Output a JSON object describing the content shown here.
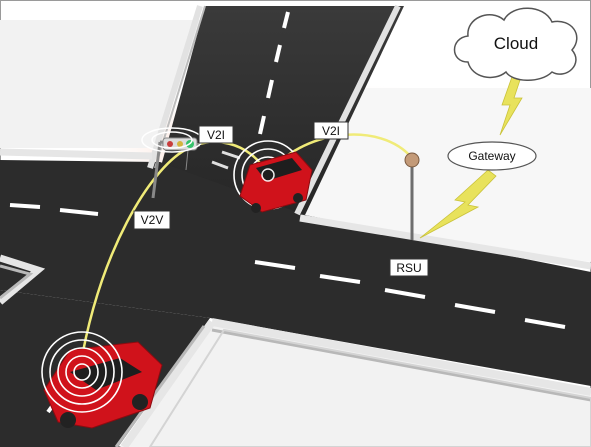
{
  "labels": {
    "cloud": "Cloud",
    "gateway": "Gateway",
    "rsu": "RSU",
    "v2i_left": "V2I",
    "v2i_right": "V2I",
    "v2v": "V2V"
  },
  "colors": {
    "frame_border": "#9a9a9a",
    "ground": "#ffffff",
    "curb_top": "#ededed",
    "curb_side": "#bdbdbd",
    "asphalt": "#2e2e2e",
    "lane_marking": "#ffffff",
    "car_body": "#d0121b",
    "car_window": "#1e1e1e",
    "signal_link": "#f0eb78",
    "lightning": "#e8e25c",
    "radio_ring": "#ffffff",
    "coverage_glow": "#f3b69f",
    "rsu_pole": "#6e6e6e",
    "rsu_head": "#c39a78",
    "traffic_light_green": "#35c26a",
    "label_background": "#ffffff"
  },
  "icons": [
    "cloud-icon",
    "lightning-icon",
    "car-icon",
    "traffic-light-icon",
    "rsu-antenna-icon",
    "radio-wave-icon"
  ]
}
